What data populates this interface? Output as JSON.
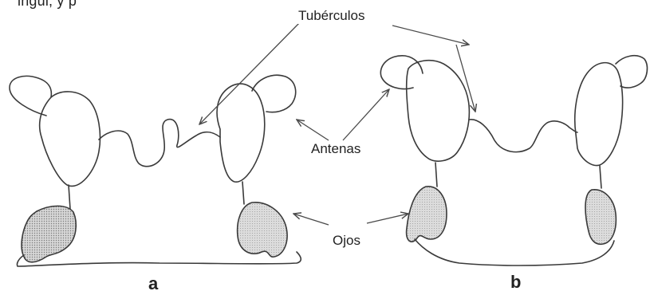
{
  "header_fragment": "         ingui,                                          y                                                         p",
  "labels": {
    "tuberculos": "Tubérculos",
    "antenas": "Antenas",
    "ojos": "Ojos"
  },
  "panels": {
    "a": "a",
    "b": "b"
  },
  "colors": {
    "ink": "#3a3a3a",
    "stipple": "#8c8c8c",
    "background": "#ffffff"
  }
}
